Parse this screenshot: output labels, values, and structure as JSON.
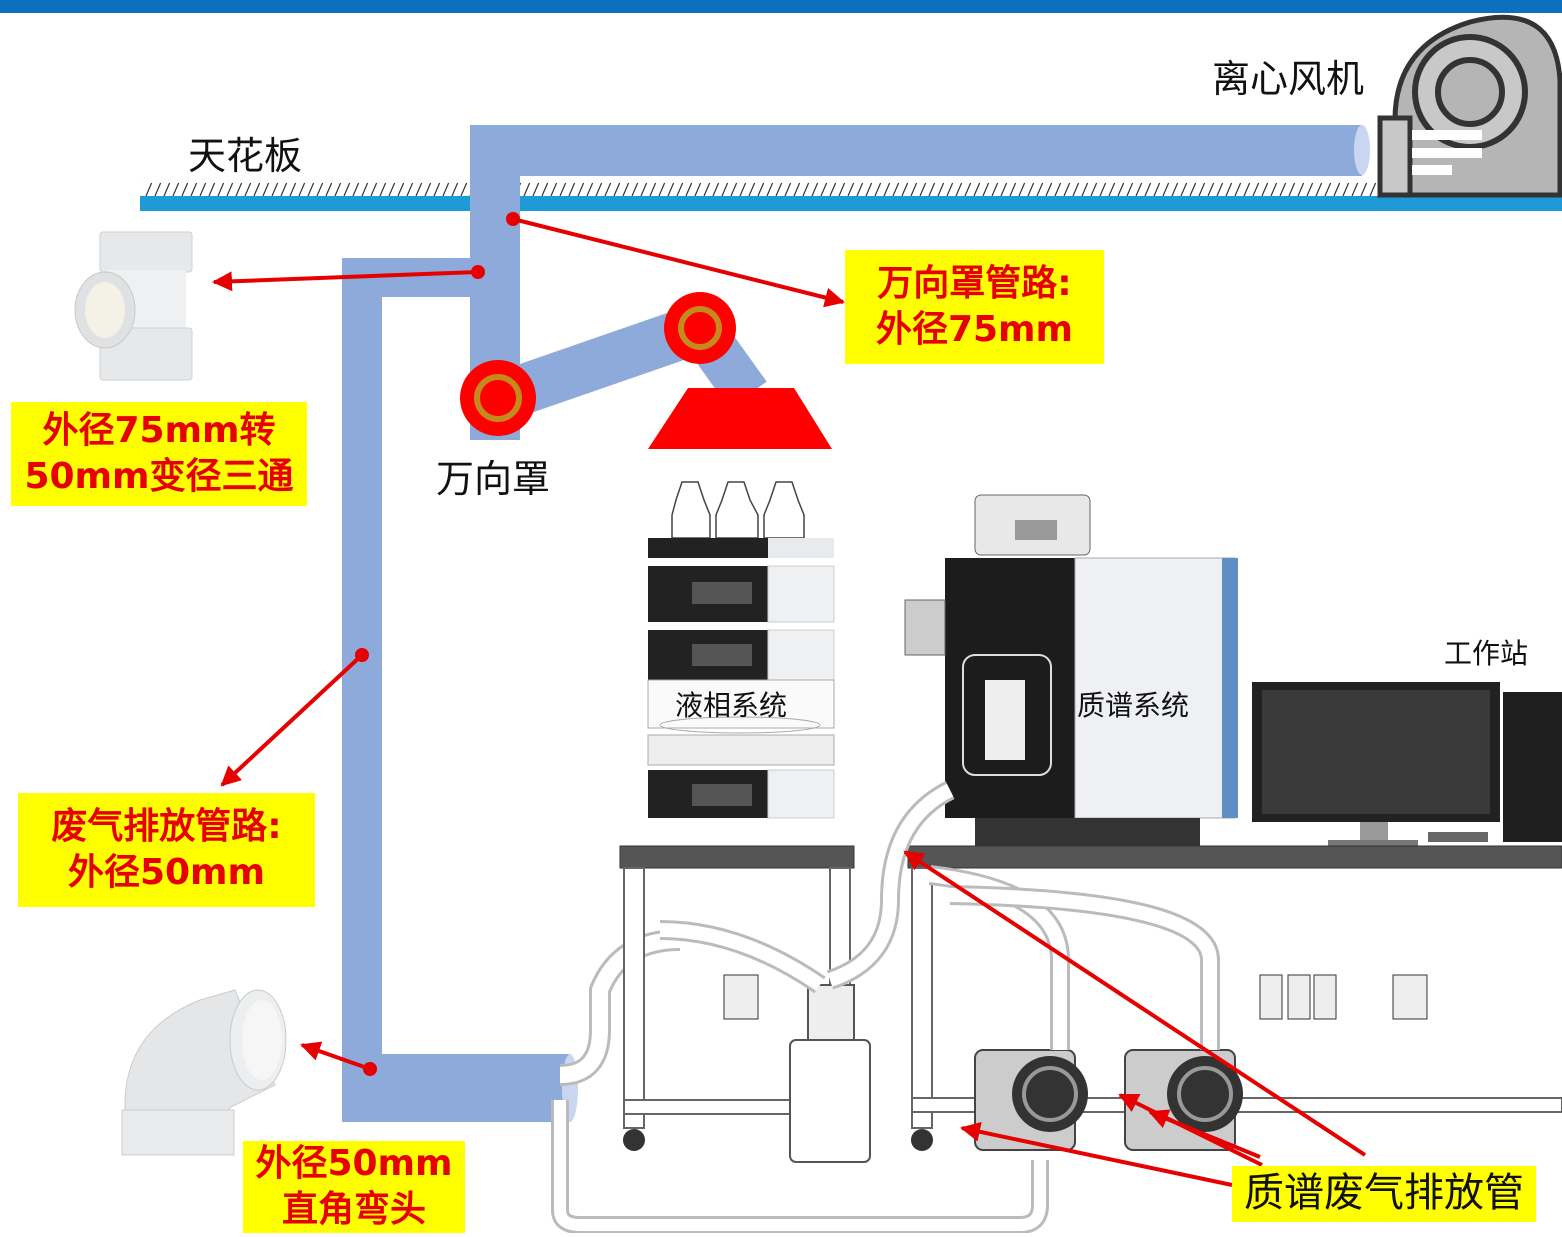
{
  "labels": {
    "ceiling": "天花板",
    "fan": "离心风机",
    "hood": "万向罩",
    "workstation": "工作站",
    "lc_system": "液相系统",
    "ms_system": "质谱系统"
  },
  "callouts": {
    "hood_pipe": [
      "万向罩管路:",
      "外径75mm"
    ],
    "tee": [
      "外径75mm转",
      "50mm变径三通"
    ],
    "exhaust_pipe": [
      "废气排放管路:",
      "外径50mm"
    ],
    "elbow": [
      "外径50mm",
      "直角弯头"
    ],
    "ms_exhaust": "质谱废气排放管"
  },
  "colors": {
    "duct": "#8eaadb",
    "ceiling_line": "#1e9ad6",
    "top_bar": "#0e6fbf",
    "arrow": "#e60000",
    "highlight": "#ffff00",
    "hood_red": "#ff0000",
    "hood_ring": "#c58a1c"
  },
  "icons": [
    "centrifugal-fan-icon",
    "tee-fitting-icon",
    "elbow-fitting-icon",
    "universal-hood-icon"
  ]
}
